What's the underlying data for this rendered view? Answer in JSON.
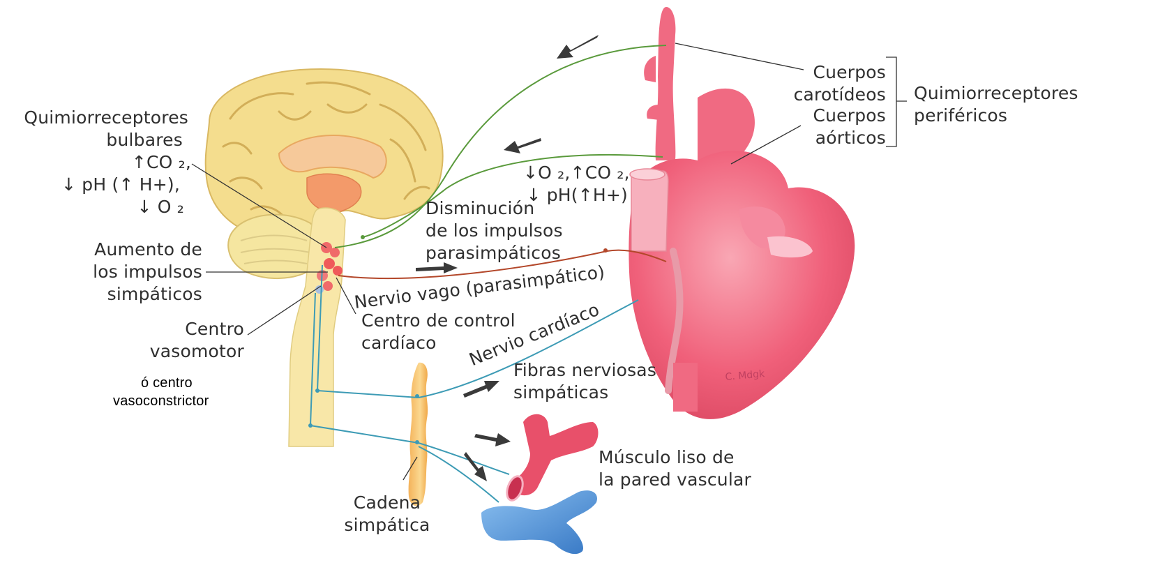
{
  "labels": {
    "quimio_bulbares": [
      "Quimiorreceptores",
      "bulbares",
      "↑CO ₂,",
      "↓ pH  (↑ H+),",
      "↓ O ₂"
    ],
    "aumento": [
      "Aumento de",
      "los impulsos",
      "simpáticos"
    ],
    "centro_vasomotor": [
      "Centro",
      "vasomotor"
    ],
    "centro_vasoconstrictor": [
      "ó centro",
      "vasoconstrictor"
    ],
    "cuerpos_carotideos": [
      "Cuerpos",
      "carotídeos"
    ],
    "cuerpos_aorticos": [
      "Cuerpos",
      "aórticos"
    ],
    "quimio_perifericos": [
      "Quimiorreceptores",
      "periféricos"
    ],
    "gases": [
      "↓O ₂,↑CO ₂,",
      "↓ pH(↑H+)"
    ],
    "disminucion": [
      "Disminución",
      "de los impulsos",
      "parasimpáticos"
    ],
    "nervio_vago": "Nervio vago (parasimpático)",
    "centro_control": [
      "Centro de control",
      "cardíaco"
    ],
    "nervio_cardiaco": "Nervio cardíaco",
    "fibras": [
      "Fibras nerviosas",
      "simpáticas"
    ],
    "musculo": [
      "Músculo liso de",
      "la pared vascular"
    ],
    "cadena": [
      "Cadena",
      "simpática"
    ]
  },
  "colors": {
    "sensory_nerve": "#5a9a3c",
    "vagus_nerve": "#b3472a",
    "sympathetic_nerve": "#3d9bb5",
    "heart": "#f0607a",
    "brain": "#f4dd8e",
    "brainstem": "#f8e7a8",
    "artery": "#e8506a",
    "vein": "#4a8fd4",
    "arrow": "#3a3a3a"
  }
}
